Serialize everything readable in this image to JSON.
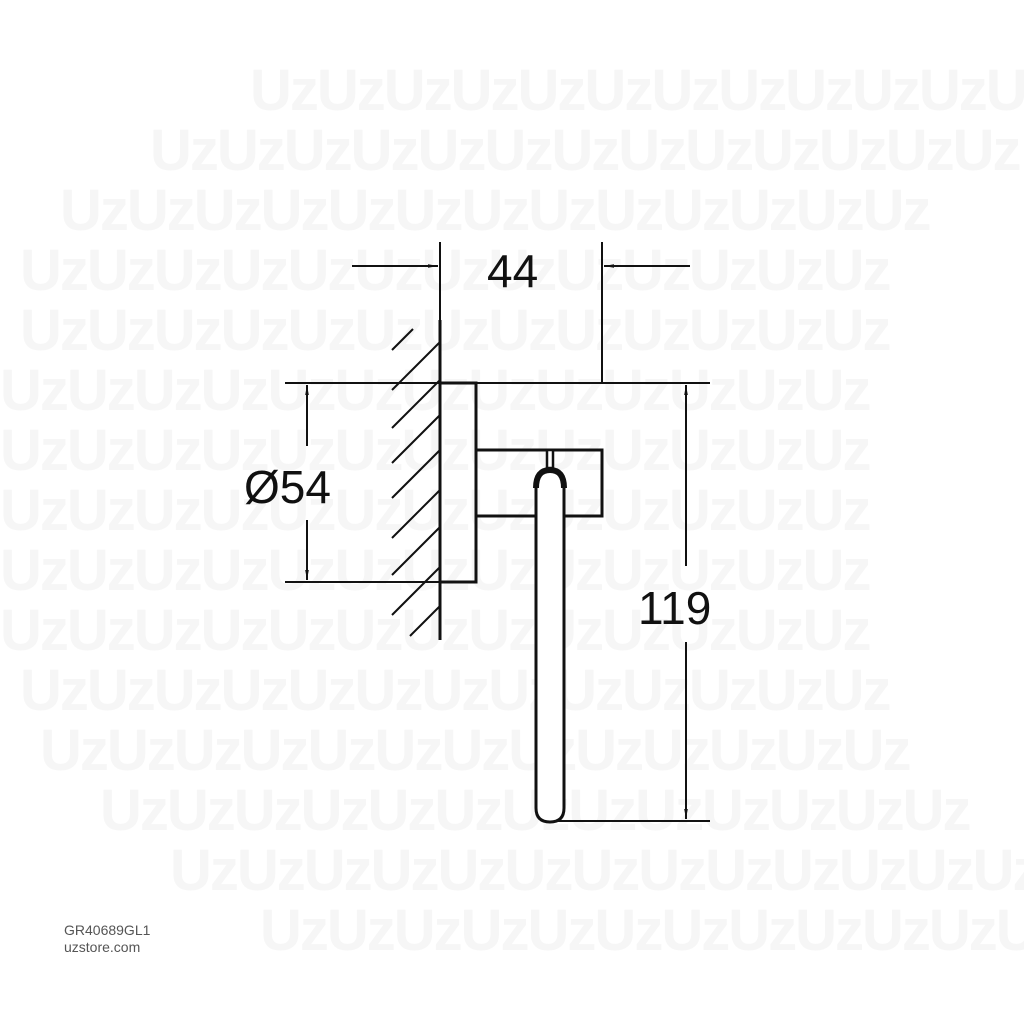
{
  "drawing": {
    "type": "technical-dimension-drawing",
    "subject": "wall-mounted towel ring / hook side view",
    "line_color": "#111111",
    "background_color": "#ffffff",
    "watermark": {
      "text": "UzUzUzUzUzUzUzUzUzUzUzUzUz",
      "color": "#f6f6f6"
    },
    "dimensions": {
      "depth": {
        "label": "44",
        "orientation": "horizontal"
      },
      "rosette_diameter": {
        "label": "Ø54",
        "symbol": "Ø",
        "value": "54",
        "orientation": "vertical"
      },
      "height": {
        "label": "119",
        "orientation": "vertical"
      }
    }
  },
  "footer": {
    "product_code": "GR40689GL1",
    "website": "uzstore.com"
  }
}
